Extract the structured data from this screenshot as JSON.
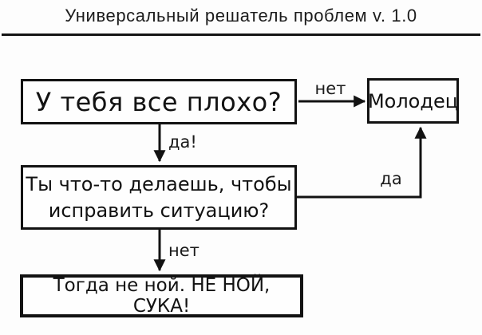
{
  "title": "Универсальный решатель проблем v. 1.0",
  "nodes": {
    "q1": {
      "text": "У тебя все плохо?"
    },
    "praise": {
      "text": "Молодец"
    },
    "q2": {
      "line1": "Ты что-то делаешь, чтобы",
      "line2": "исправить ситуацию?"
    },
    "final": {
      "text": "Тогда не ной. НЕ НОЙ, СУКА!"
    }
  },
  "edges": {
    "q1_no_label": "нет",
    "q1_yes_label": "да!",
    "q2_yes_label": "да",
    "q2_no_label": "нет"
  },
  "colors": {
    "ink": "#121212",
    "background": "#fdfdfd"
  }
}
